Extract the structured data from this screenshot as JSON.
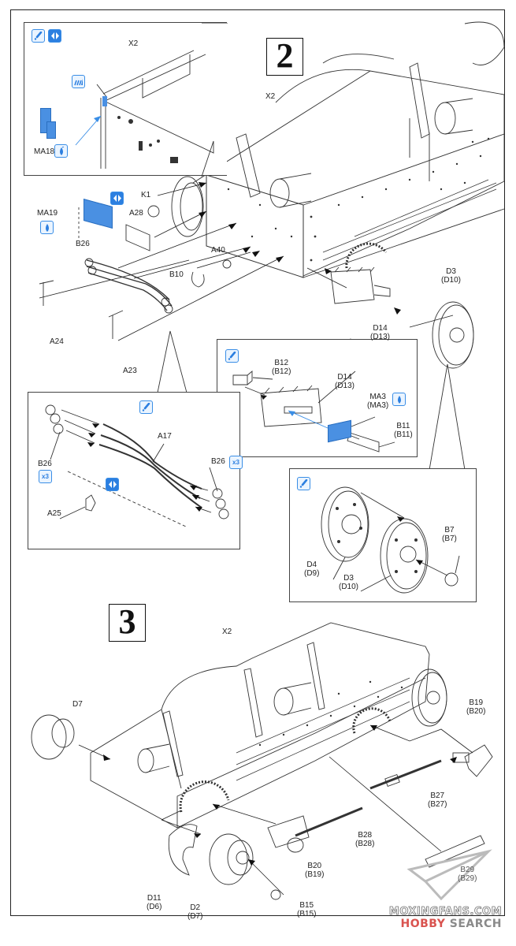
{
  "document": {
    "type": "model-kit-assembly-instructions",
    "steps": [
      {
        "number": "2",
        "main_labels": {
          "hull": "X2",
          "k1": "K1",
          "a28": "A28",
          "ma19": "MA19",
          "b26": "B26",
          "a40": "A40",
          "b10": "B10",
          "a24": "A24",
          "a23": "A23",
          "d14": "D14\n(D13)",
          "d3": "D3\n(D10)"
        },
        "callout_hull_detail": {
          "hull": "X2",
          "ma18": "MA18"
        },
        "callout_bogie": {
          "b12": "B12\n(B12)",
          "d14": "D14\n(D13)",
          "ma3": "MA3\n(MA3)",
          "b11": "B11\n(B11)"
        },
        "callout_cables": {
          "a17": "A17",
          "b26_left": "B26",
          "b26_right": "B26",
          "a25": "A25",
          "quantity_left": "x3",
          "quantity_right": "x3"
        },
        "callout_wheel": {
          "d4": "D4\n(D9)",
          "d3": "D3\n(D10)",
          "b7": "B7\n(B7)"
        }
      },
      {
        "number": "3",
        "main_labels": {
          "hull": "X2",
          "d7": "D7",
          "b19": "B19\n(B20)",
          "b27": "B27\n(B27)",
          "b28": "B28\n(B28)",
          "b20": "B20\n(B19)",
          "b29": "B29\n(B29)",
          "d11": "D11\n(D6)",
          "d2": "D2\n(D7)",
          "b15": "B15\n(B15)"
        }
      }
    ],
    "icons": {
      "cement": "glue-icon",
      "symmetry": "mirror-parts-icon",
      "photo_etch": "photo-etch-icon",
      "water_slide": "water-dip-icon",
      "repeat": "repeat-x3-icon"
    },
    "colors": {
      "accent_blue": "#2c7fe0",
      "part_highlight": "#4a90e2",
      "line": "#222222"
    },
    "watermark": {
      "line1": "MOXINGFANS.COM",
      "line2_brand": "HOBBY",
      "line2_rest": " SEARCH"
    }
  }
}
